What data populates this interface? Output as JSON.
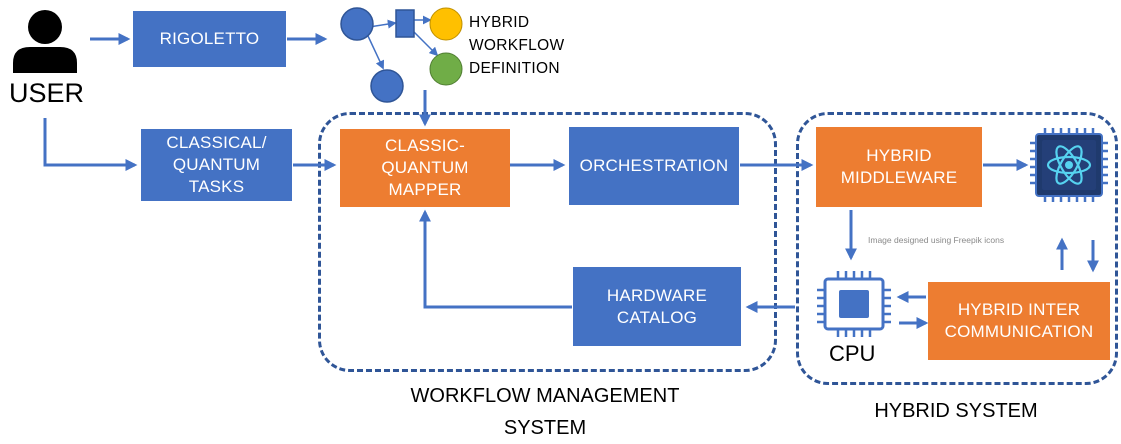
{
  "user_label": "USER",
  "boxes": {
    "rigoletto": "RIGOLETTO",
    "tasks": "CLASSICAL/\nQUANTUM\nTASKS",
    "mapper": "CLASSIC-\nQUANTUM\nMAPPER",
    "orchestration": "ORCHESTRATION",
    "catalog": "HARDWARE\nCATALOG",
    "middleware": "HYBRID\nMIDDLEWARE",
    "intercomm": "HYBRID INTER\nCOMMUNICATION"
  },
  "workflow_definition_label": "HYBRID\nWORKFLOW\nDEFINITION",
  "cpu_label": "CPU",
  "credit": "Image designed using Freepik icons",
  "groups": {
    "wms": "WORKFLOW MANAGEMENT\nSYSTEM",
    "hybrid": "HYBRID SYSTEM"
  },
  "colors": {
    "blue_box": "#4472c4",
    "orange_box": "#ed7d31",
    "arrow": "#4472c4",
    "dashed_border": "#2f5597",
    "yellow_node": "#ffc000",
    "green_node": "#70ad47"
  },
  "icons": [
    "user-icon",
    "quantum-chip-icon",
    "cpu-chip-icon"
  ]
}
